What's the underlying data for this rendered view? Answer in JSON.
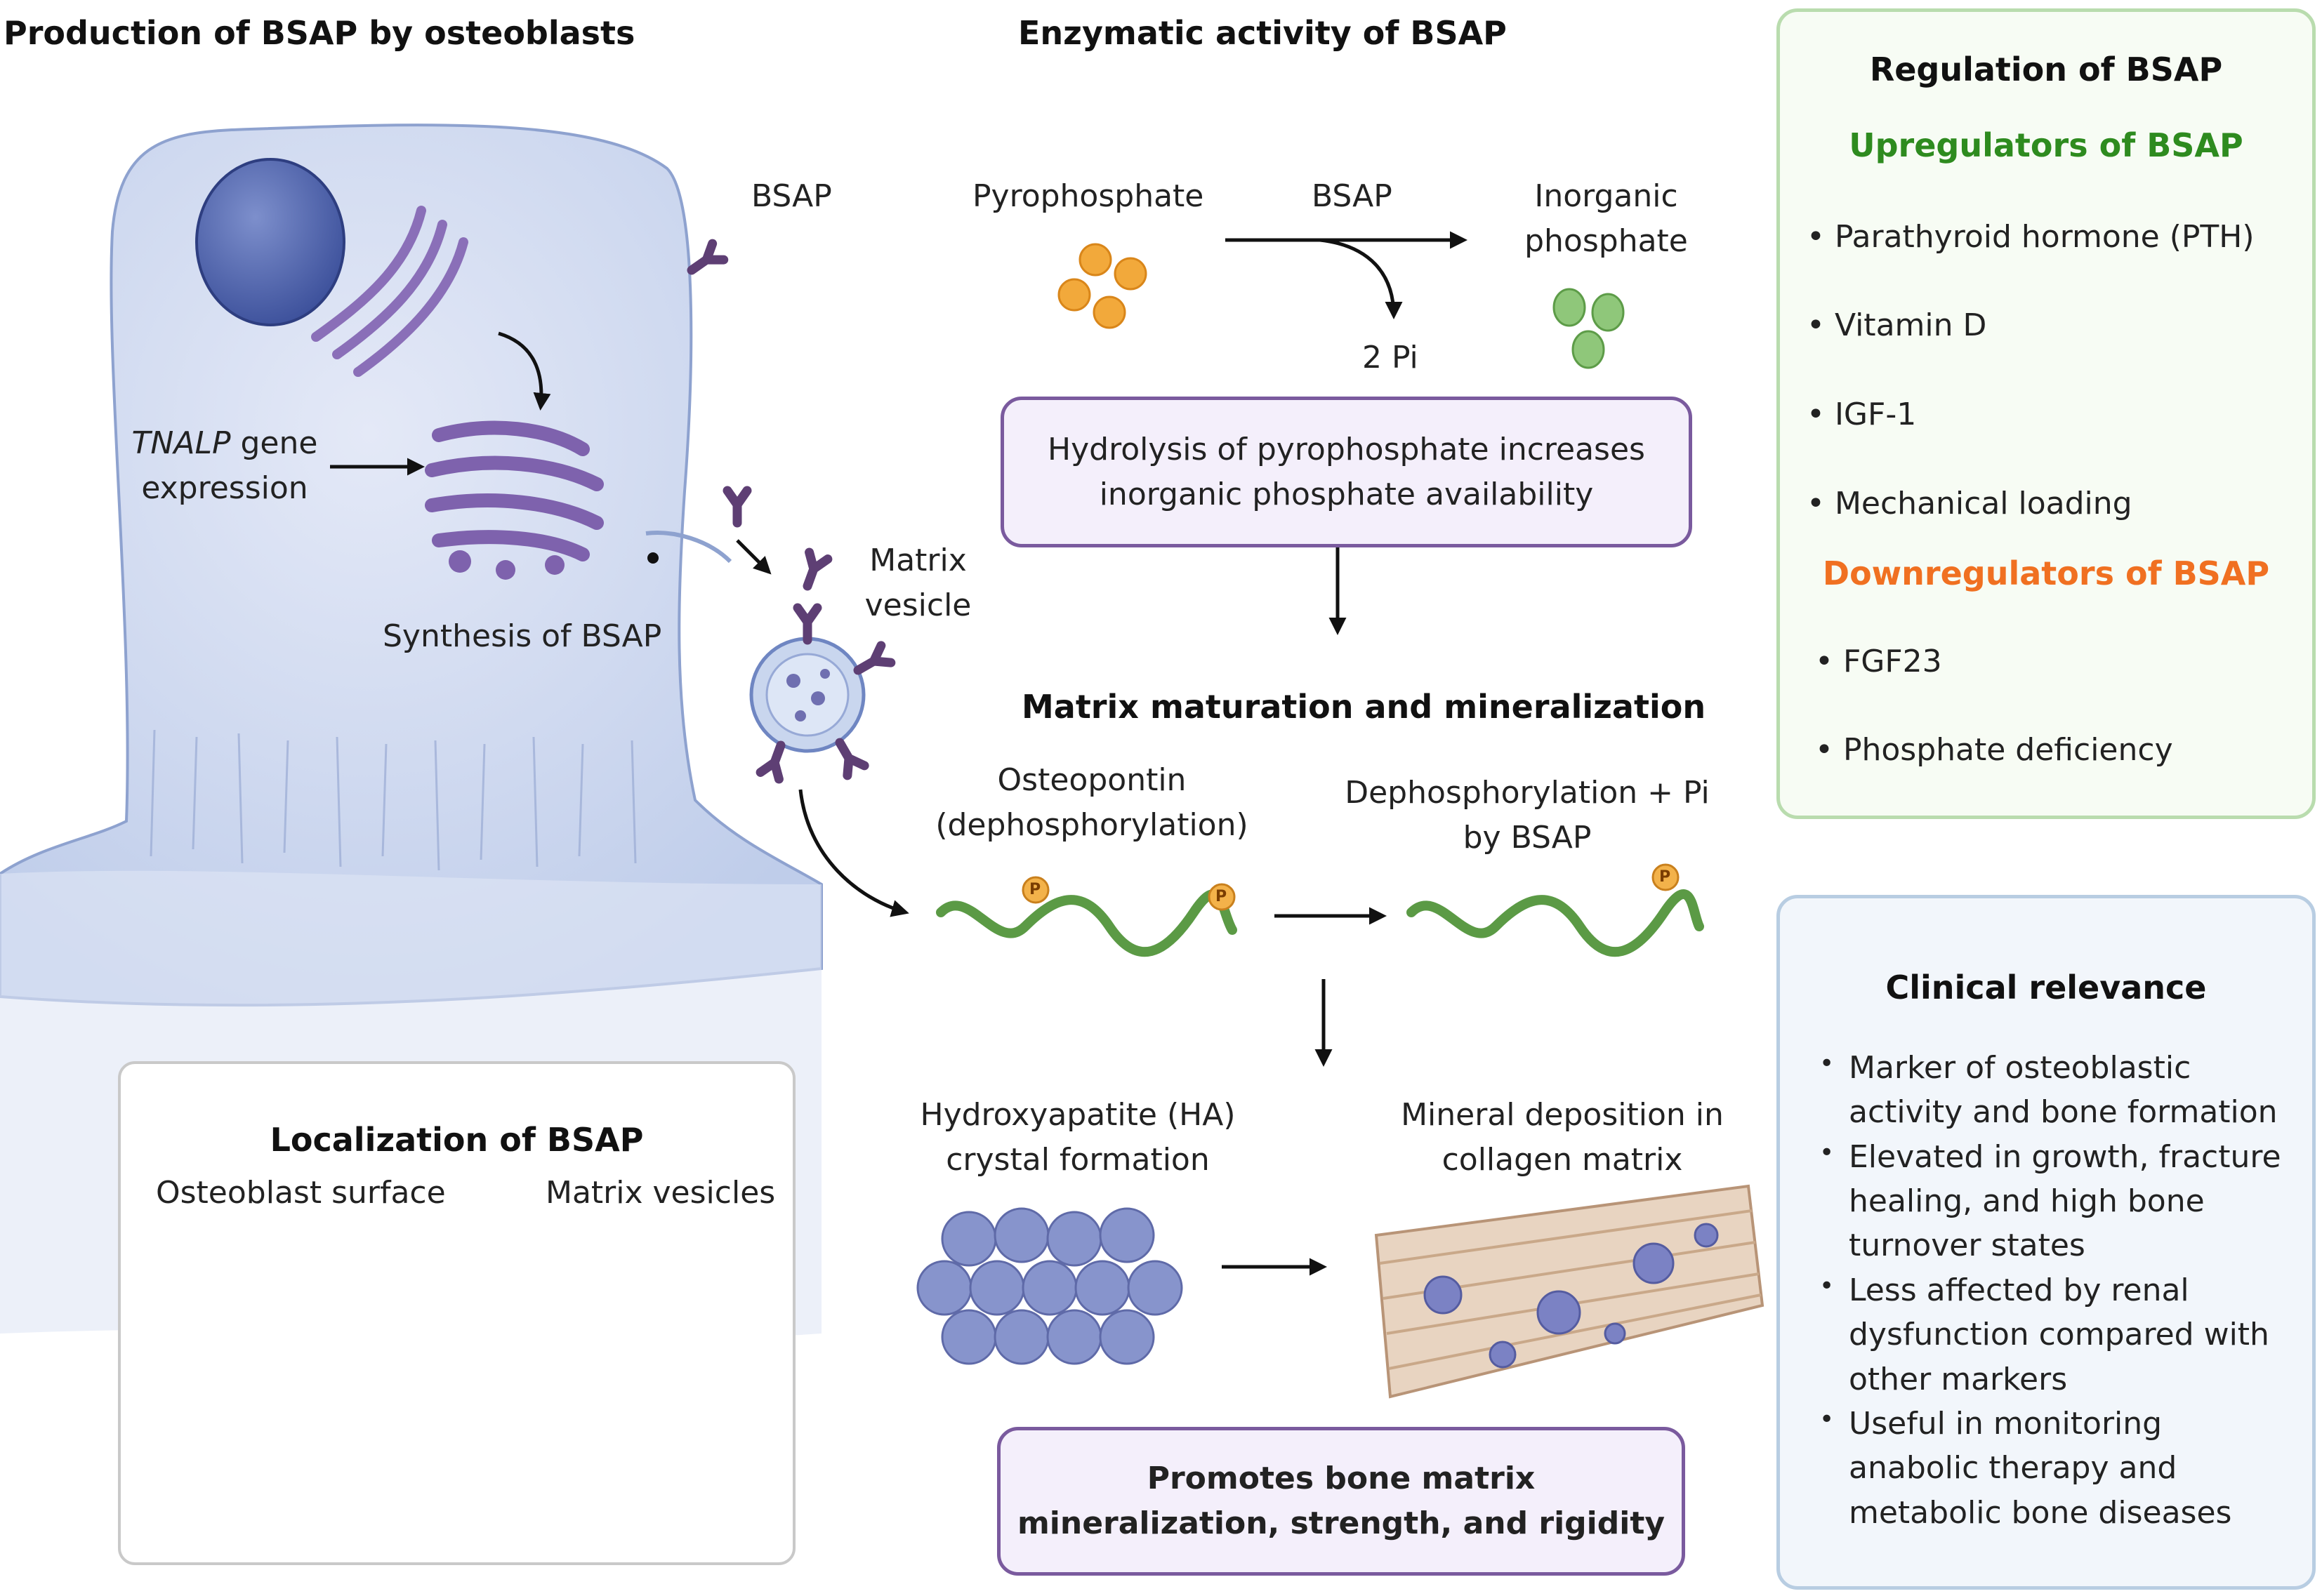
{
  "left_section": {
    "title": "Production of BSAP by osteoblasts",
    "bsap_label": "BSAP",
    "gene_italic": "TNALP",
    "gene_rest": " gene",
    "gene_line2": "expression",
    "synthesis": "Synthesis of BSAP",
    "matrix_vesicle_line1": "Matrix",
    "matrix_vesicle_line2": "vesicle"
  },
  "localization": {
    "title": "Localization of BSAP",
    "surface": "Osteoblast surface",
    "vesicles": "Matrix vesicles"
  },
  "enzymatic": {
    "title": "Enzymatic activity of BSAP",
    "substrate": "Pyrophosphate",
    "enzyme": "BSAP",
    "product_line1": "Inorganic",
    "product_line2": "phosphate",
    "byproduct": "2 Pi",
    "box_line1": "Hydrolysis of pyrophosphate increases",
    "box_line2": "inorganic phosphate availability"
  },
  "maturation": {
    "title": "Matrix maturation and mineralization",
    "osteopontin_line1": "Osteopontin",
    "osteopontin_line2": "(dephosphorylation)",
    "dephos_line1": "Dephosphorylation + Pi",
    "dephos_line2": "by BSAP",
    "phospho_mark": "P",
    "ha_line1": "Hydroxyapatite (HA)",
    "ha_line2": "crystal formation",
    "mineral_line1": "Mineral deposition in",
    "mineral_line2": "collagen matrix",
    "outcome_line1": "Promotes bone matrix",
    "outcome_line2": "mineralization, strength, and rigidity"
  },
  "regulation": {
    "title": "Regulation of BSAP",
    "up_title": "Upregulators of BSAP",
    "up_items": [
      "Parathyroid hormone (PTH)",
      "Vitamin D",
      "IGF-1",
      "Mechanical loading"
    ],
    "down_title": "Downregulators of BSAP",
    "down_items": [
      "FGF23",
      "Phosphate deficiency"
    ]
  },
  "clinical": {
    "title": "Clinical relevance",
    "items": [
      "Marker of osteoblastic activity and bone formation",
      "Elevated in growth, fracture healing, and high bone turnover states",
      "Less affected by renal dysfunction compared with other markers",
      "Useful in monitoring anabolic therapy and metabolic bone diseases"
    ]
  },
  "colors": {
    "upregulators": "#2e8b1f",
    "downregulators": "#f07021",
    "cell_fill": "#cdd8ee",
    "bsap_purple": "#5e3f74",
    "pyrophosphate": "#f2a93b",
    "phosphate": "#7fbf6a"
  }
}
